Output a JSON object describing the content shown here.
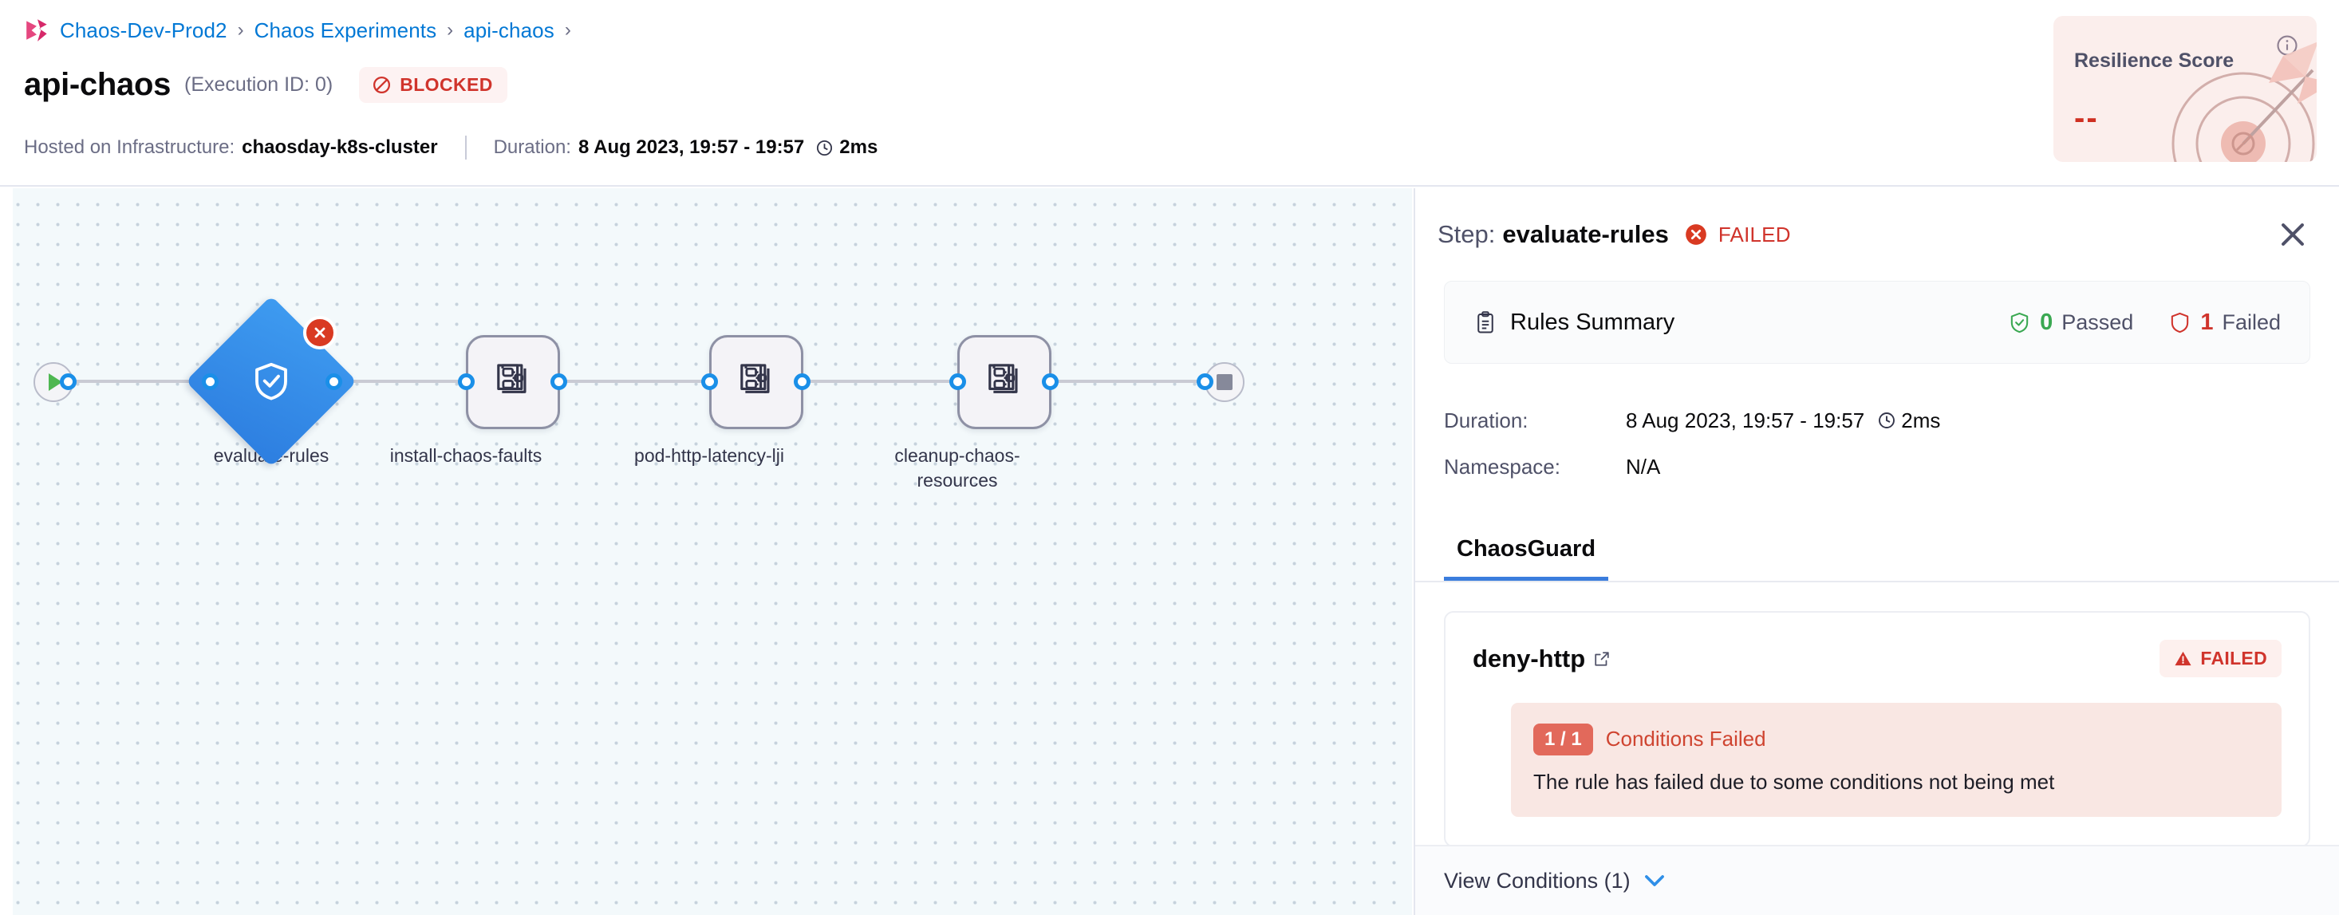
{
  "breadcrumb": {
    "logo": "chaos-logo-icon",
    "items": [
      "Chaos-Dev-Prod2",
      "Chaos Experiments",
      "api-chaos"
    ],
    "separator": "›",
    "trailing_separator": "›"
  },
  "header": {
    "title": "api-chaos",
    "execution_id": "(Execution ID: 0)",
    "status_badge": {
      "label": "BLOCKED",
      "icon": "blocked-icon",
      "color": "#d0342c",
      "background": "#fdf2f2"
    },
    "meta": {
      "infra_label": "Hosted on Infrastructure:",
      "infra_value": "chaosday-k8s-cluster",
      "duration_label": "Duration:",
      "duration_value": "8 Aug 2023, 19:57 - 19:57",
      "duration_time": "2ms",
      "clock_icon": "clock-icon"
    }
  },
  "resilience": {
    "title": "Resilience Score",
    "value": "--",
    "info_icon": "info-icon",
    "art_icon": "target-dart-icon",
    "background": "#fbeeec",
    "value_color": "#cf2f21"
  },
  "graph": {
    "start_node": {
      "name": "start-node",
      "icon": "play-icon"
    },
    "end_node": {
      "name": "end-node",
      "icon": "stop-icon"
    },
    "nodes": [
      {
        "id": "evaluate-rules",
        "label": "evaluate-rules",
        "shape": "diamond",
        "icon": "shield-check-icon",
        "status": "failed",
        "badge_icon": "error-x-icon",
        "color": "#2d7ee0"
      },
      {
        "id": "install-chaos-faults",
        "label": "install-chaos-faults",
        "shape": "rounded-square",
        "icon": "chaos-fault-stack-icon",
        "status": "none"
      },
      {
        "id": "pod-http-latency-lji",
        "label": "pod-http-latency-lji",
        "shape": "rounded-square",
        "icon": "chaos-fault-stack-icon",
        "status": "none"
      },
      {
        "id": "cleanup-chaos-resources",
        "label": "cleanup-chaos-resources",
        "shape": "rounded-square",
        "icon": "chaos-fault-stack-icon",
        "status": "none"
      }
    ]
  },
  "panel": {
    "header": {
      "step_prefix": "Step:",
      "step_name": "evaluate-rules",
      "status": "FAILED",
      "status_icon": "error-x-icon",
      "close_icon": "close-icon"
    },
    "rules_summary": {
      "icon": "clipboard-icon",
      "title": "Rules Summary",
      "passed_count": "0",
      "passed_label": "Passed",
      "passed_icon": "shield-check-green-icon",
      "failed_count": "1",
      "failed_label": "Failed",
      "failed_icon": "shield-red-icon"
    },
    "details": [
      {
        "key": "Duration:",
        "value": "8 Aug 2023, 19:57 - 19:57",
        "extra": "2ms",
        "icon": "clock-icon"
      },
      {
        "key": "Namespace:",
        "value": "N/A",
        "extra": "",
        "icon": ""
      }
    ],
    "tabs": [
      {
        "label": "ChaosGuard",
        "active": true
      }
    ],
    "rule": {
      "name": "deny-http",
      "external_link_icon": "external-link-icon",
      "status_badge": {
        "label": "FAILED",
        "icon": "warning-triangle-icon",
        "color": "#d0342c",
        "background": "#fdf0ee"
      },
      "condition": {
        "pill": "1 / 1",
        "title": "Conditions Failed",
        "description": "The rule has failed due to some conditions not being met",
        "background": "#f9e7e3"
      }
    },
    "footer": {
      "label": "View Conditions (1)",
      "chevron_icon": "chevron-down-icon"
    }
  }
}
